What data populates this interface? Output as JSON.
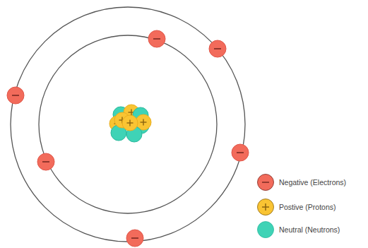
{
  "diagram": {
    "legend": [
      {
        "text": "Negative (Electrons)",
        "color": "#f26b5b"
      },
      {
        "text": "Postive (Protons)",
        "color": "#f9c433"
      },
      {
        "text": "Neutral (Neutrons)",
        "color": "#3fd3b6"
      }
    ]
  }
}
